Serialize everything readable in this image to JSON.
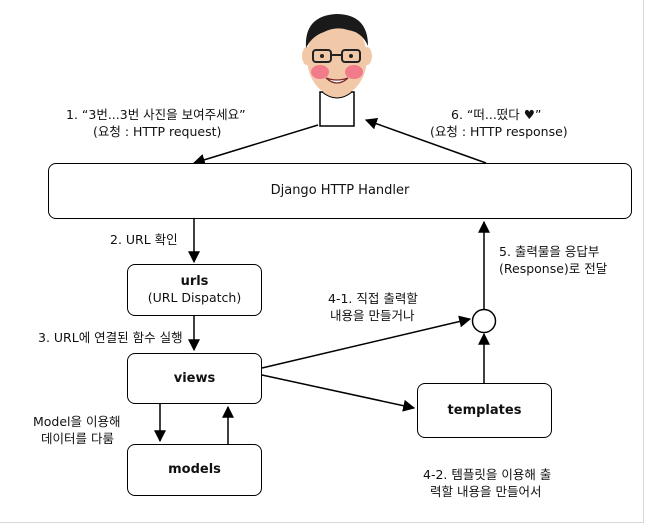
{
  "boxes": {
    "handler": "Django HTTP Handler",
    "urls_title": "urls",
    "urls_sub": "(URL Dispatch)",
    "views": "views",
    "templates": "templates",
    "models": "models"
  },
  "labels": {
    "request_1": "1. “3번...3번 사진을 보여주세요”",
    "request_2": "(요청 : HTTP request)",
    "response_1": "6. “떠...떴다 ♥”",
    "response_2": "(요청 : HTTP response)",
    "url_check": "2. URL 확인",
    "func_run": "3. URL에 연결된 함수 실행",
    "direct_1": "4-1. 직접 출력할",
    "direct_2": "내용을 만들거나",
    "deliver_1": "5. 출력물을 응답부",
    "deliver_2": "(Response)로 전달",
    "model_1": "Model을 이용해",
    "model_2": "데이터를 다룸",
    "tmpl_1": "4-2. 템플릿을 이용해 출",
    "tmpl_2": "력할 내용을 만들어서"
  },
  "colors": {
    "line": "#000000",
    "skin": "#f2c9a8",
    "hair": "#1a1a1a",
    "cheek": "#f06080"
  },
  "icons": {
    "user": "person-photo",
    "heart": "heart-icon"
  }
}
